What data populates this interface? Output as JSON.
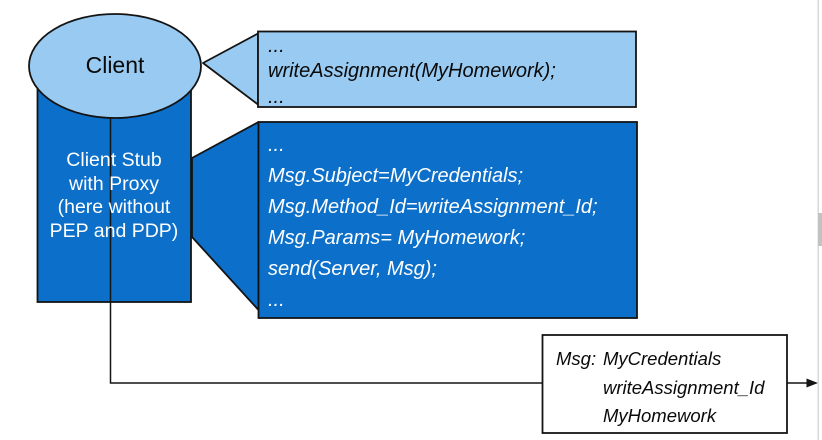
{
  "colors": {
    "light_blue": "#99cbf2",
    "dark_blue": "#0c6fc9",
    "outline": "#141414",
    "scrollbar_track": "#d8d8d8",
    "scrollbar_thumb": "#c2c2c2"
  },
  "client": {
    "label": "Client"
  },
  "client_stub": {
    "lines": [
      "Client Stub",
      "with Proxy",
      "(here without",
      "PEP and PDP)"
    ]
  },
  "client_code_callout": {
    "lines": [
      "...",
      "writeAssignment(MyHomework);",
      "..."
    ]
  },
  "stub_code_callout": {
    "lines": [
      "...",
      "Msg.Subject=MyCredentials;",
      "Msg.Method_Id=writeAssignment_Id;",
      "Msg.Params= MyHomework;",
      "send(Server, Msg);",
      "..."
    ]
  },
  "message_box": {
    "label": "Msg:",
    "values": [
      "MyCredentials",
      "writeAssignment_Id",
      "MyHomework"
    ]
  }
}
